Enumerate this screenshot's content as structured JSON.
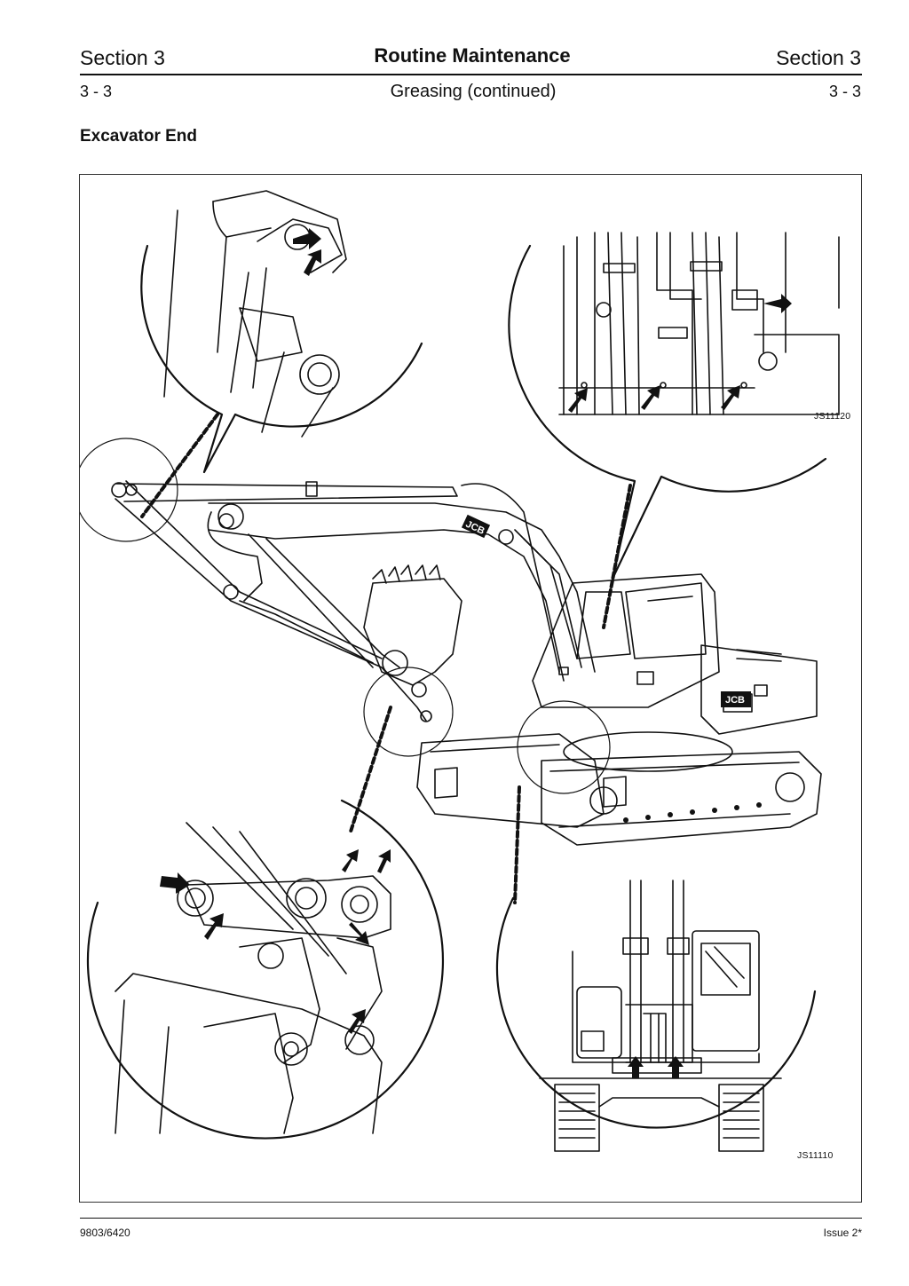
{
  "header": {
    "section_left": "Section 3",
    "title": "Routine Maintenance",
    "section_right": "Section 3",
    "page_left": "3 - 3",
    "subtitle": "Greasing (continued)",
    "page_right": "3 - 3"
  },
  "heading": "Excavator End",
  "figure": {
    "label_top_right": "JS11120",
    "label_bottom_right": "JS11110",
    "decal_text": "JCB"
  },
  "footer": {
    "doc_number": "9803/6420",
    "issue": "Issue 2*"
  }
}
